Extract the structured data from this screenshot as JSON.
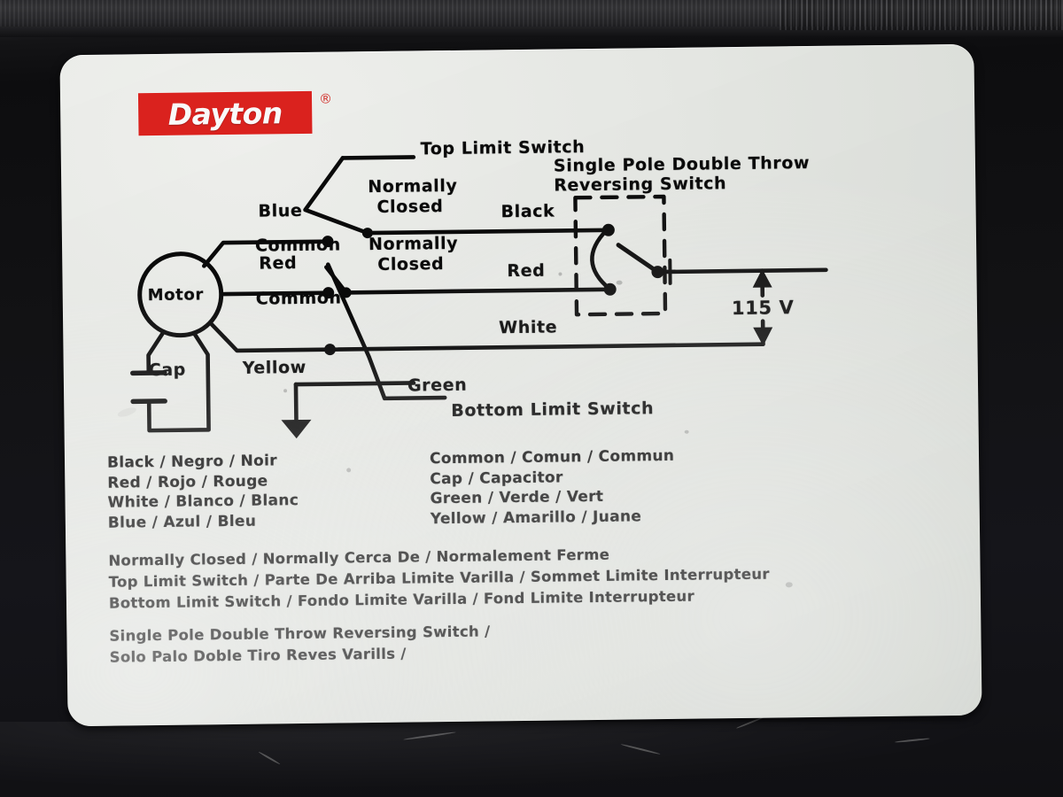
{
  "product": {
    "brand": "Dayton",
    "registered_mark": "®",
    "brand_bg_color": "#e0231f",
    "label_bg_color": "#eceeea",
    "ink_color": "#0b0b0b"
  },
  "diagram": {
    "title_implied": "Motor wiring diagram",
    "components": {
      "motor_label": "Motor",
      "cap_label": "Cap",
      "voltage_label": "115 V"
    },
    "labels": {
      "top_limit_switch": "Top Limit Switch",
      "bottom_limit_switch": "Bottom Limit Switch",
      "spdt_line1": "Single Pole Double Throw",
      "spdt_line2": "Reversing Switch",
      "normally_closed_1_line1": "Normally",
      "normally_closed_1_line2": "Closed",
      "normally_closed_2_line1": "Normally",
      "normally_closed_2_line2": "Closed",
      "wire_blue": "Blue",
      "wire_blue_common": "Common",
      "wire_red": "Red",
      "wire_red_common": "Common",
      "wire_black": "Black",
      "wire_red_right": "Red",
      "wire_white": "White",
      "wire_yellow": "Yellow",
      "wire_green": "Green"
    }
  },
  "legend": {
    "column_left": [
      "Black / Negro / Noir",
      "Red / Rojo / Rouge",
      "White / Blanco / Blanc",
      "Blue / Azul / Bleu"
    ],
    "column_right": [
      "Common / Comun / Commun",
      "Cap / Capacitor",
      "Green / Verde / Vert",
      "Yellow / Amarillo / Juane"
    ],
    "block_lines": [
      "Normally Closed / Normally Cerca De / Normalement Ferme",
      "Top Limit Switch / Parte De Arriba Limite Varilla / Sommet Limite Interrupteur",
      "Bottom Limit Switch / Fondo Limite Varilla / Fond Limite Interrupteur"
    ],
    "block_lines_2": [
      "Single Pole Double Throw Reversing Switch /",
      "Solo Palo Doble Tiro Reves Varills /"
    ]
  }
}
